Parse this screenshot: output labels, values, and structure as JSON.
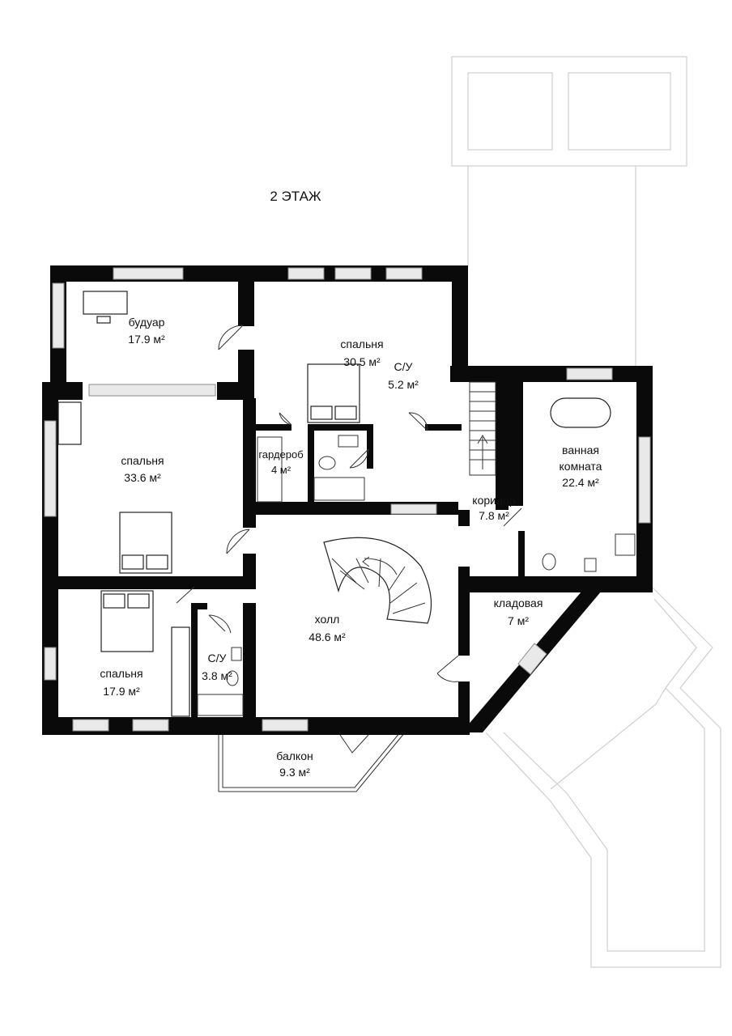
{
  "title": "2 ЭТАЖ",
  "rooms": [
    {
      "id": "boudoir",
      "name": "будуар",
      "area": "17.9 м²"
    },
    {
      "id": "bedroom1",
      "name": "спальня",
      "area": "30.5 м²"
    },
    {
      "id": "wc1",
      "name": "С/У",
      "area": "5.2 м²"
    },
    {
      "id": "bedroom2",
      "name": "спальня",
      "area": "33.6 м²"
    },
    {
      "id": "wardrobe",
      "name": "гардероб",
      "area": "4 м²"
    },
    {
      "id": "bathroom",
      "name": "ванная комната",
      "name_line1": "ванная",
      "name_line2": "комната",
      "area": "22.4 м²"
    },
    {
      "id": "corridor",
      "name": "коридор",
      "area": "7.8 м²"
    },
    {
      "id": "storage",
      "name": "кладовая",
      "area": "7 м²"
    },
    {
      "id": "hall",
      "name": "холл",
      "area": "48.6 м²"
    },
    {
      "id": "bedroom3",
      "name": "спальня",
      "area": "17.9 м²"
    },
    {
      "id": "wc2",
      "name": "С/У",
      "area": "3.8 м²"
    },
    {
      "id": "balcony",
      "name": "балкон",
      "area": "9.3 м²"
    }
  ]
}
